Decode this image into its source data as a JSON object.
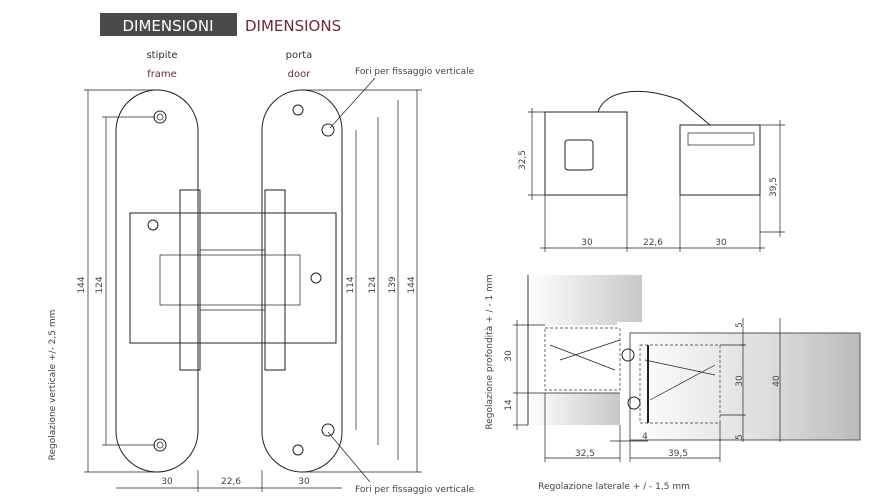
{
  "header": {
    "title_it": "DIMENSIONI",
    "title_en": "DIMENSIONS"
  },
  "labels": {
    "frame_it": "stipite",
    "frame_en": "frame",
    "door_it": "porta",
    "door_en": "door",
    "holes_top": "Fori per fissaggio verticale",
    "holes_bottom": "Fori per fissaggio verticale",
    "vertical_adj": "Regolazione verticale +/- 2,5 mm",
    "depth_adj": "Regolazione profondità + / - 1 mm",
    "lateral_adj": "Regolazione laterale + / - 1,5 mm"
  },
  "front_view": {
    "left_dims": [
      "144",
      "124"
    ],
    "right_dims": [
      "114",
      "124",
      "139",
      "144"
    ],
    "bottom_dims": [
      "30",
      "22,6",
      "30"
    ]
  },
  "top_view": {
    "height_left": "32,5",
    "height_right": "39,5",
    "bottom_dims": [
      "30",
      "22,6",
      "30"
    ]
  },
  "section_view": {
    "left_dims": [
      "30",
      "14"
    ],
    "right_dims": [
      "5",
      "30",
      "5"
    ],
    "door_thickness": "40",
    "gap": "4",
    "bottom_dims": [
      "32,5",
      "39,5"
    ]
  },
  "colors": {
    "header_bg": "#4a4a4a",
    "accent": "#6b2a35"
  }
}
